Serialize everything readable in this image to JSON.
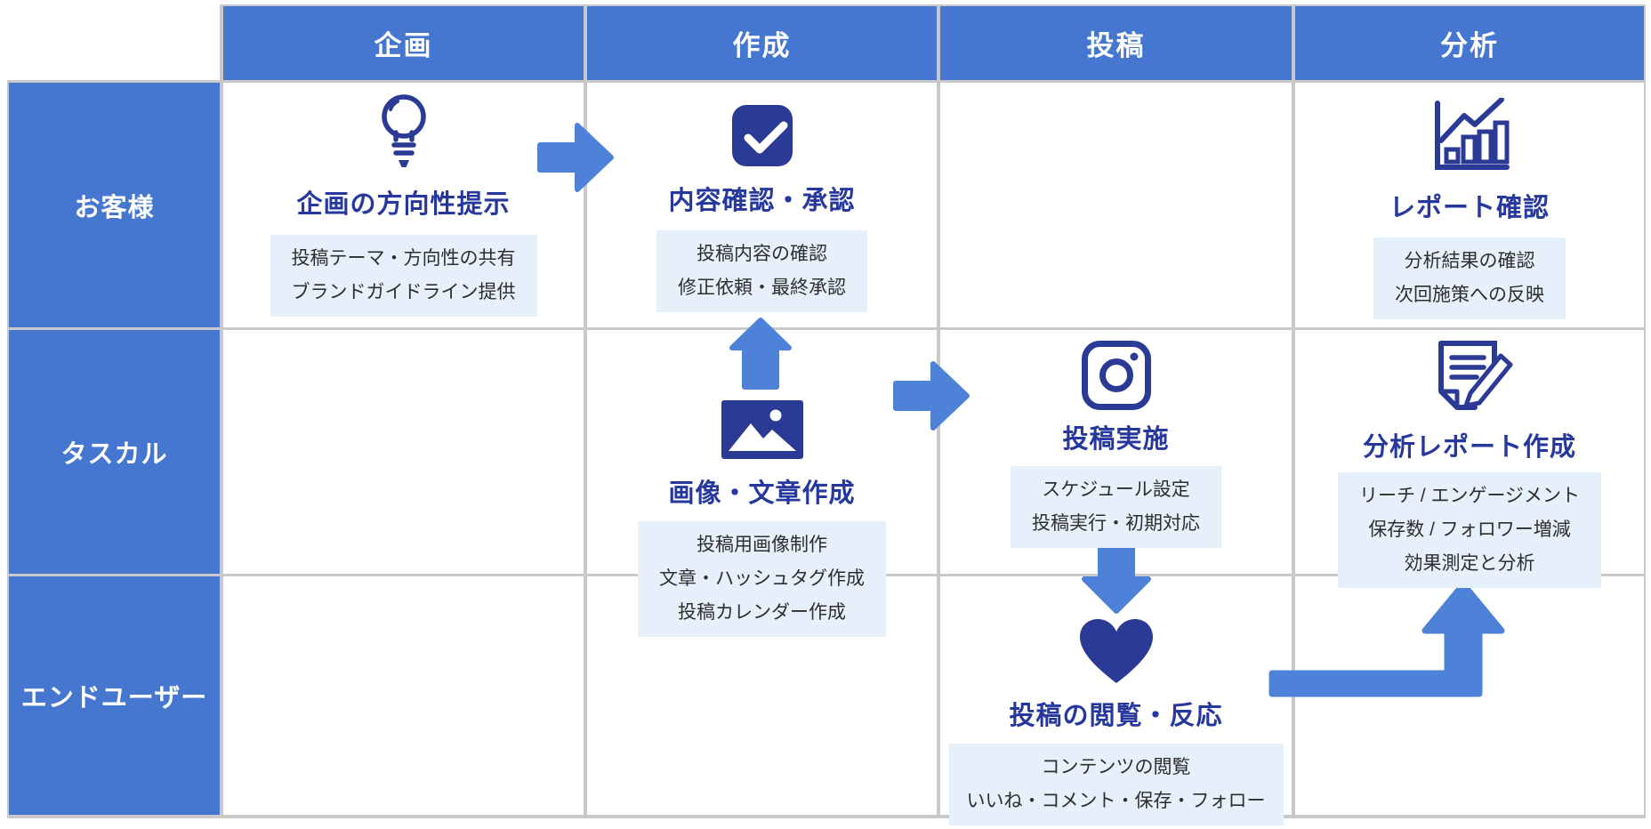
{
  "colors": {
    "lane_blue": "#4577d1",
    "arrow_blue": "#4e82d8",
    "icon_navy": "#2b3a94",
    "title_blue": "#26389d",
    "desc_bg": "#e5f0fb",
    "desc_text": "#2e2e2e",
    "grid_line": "#c9c9c9"
  },
  "columns": [
    {
      "label": "企画"
    },
    {
      "label": "作成"
    },
    {
      "label": "投稿"
    },
    {
      "label": "分析"
    }
  ],
  "rows": [
    {
      "label": "お客様"
    },
    {
      "label": "タスカル"
    },
    {
      "label": "エンドユーザー"
    }
  ],
  "cells": {
    "plan_customer": {
      "icon": "lightbulb-icon",
      "title": "企画の方向性提示",
      "desc": [
        "投稿テーマ・方向性の共有",
        "ブランドガイドライン提供"
      ]
    },
    "create_customer": {
      "icon": "check-icon",
      "title": "内容確認・承認",
      "desc": [
        "投稿内容の確認",
        "修正依頼・最終承認"
      ]
    },
    "analyze_customer": {
      "icon": "bar-chart-icon",
      "title": "レポート確認",
      "desc": [
        "分析結果の確認",
        "次回施策への反映"
      ]
    },
    "create_tasukaru": {
      "icon": "image-icon",
      "title": "画像・文章作成",
      "desc": [
        "投稿用画像制作",
        "文章・ハッシュタグ作成",
        "投稿カレンダー作成"
      ]
    },
    "post_tasukaru": {
      "icon": "instagram-icon",
      "title": "投稿実施",
      "desc": [
        "スケジュール設定",
        "投稿実行・初期対応"
      ]
    },
    "analyze_tasukaru": {
      "icon": "report-pencil-icon",
      "title": "分析レポート作成",
      "desc": [
        "リーチ / エンゲージメント",
        "保存数 / フォロワー増減",
        "効果測定と分析"
      ]
    },
    "post_enduser": {
      "icon": "heart-icon",
      "title": "投稿の閲覧・反応",
      "desc": [
        "コンテンツの閲覧",
        "いいね・コメント・保存・フォロー"
      ]
    }
  },
  "arrows": [
    {
      "name": "plan-to-create",
      "direction": "right"
    },
    {
      "name": "create-to-approval",
      "direction": "up"
    },
    {
      "name": "create-to-post",
      "direction": "right"
    },
    {
      "name": "post-to-enduser",
      "direction": "down"
    },
    {
      "name": "enduser-to-analysis",
      "direction": "right-then-up"
    }
  ]
}
